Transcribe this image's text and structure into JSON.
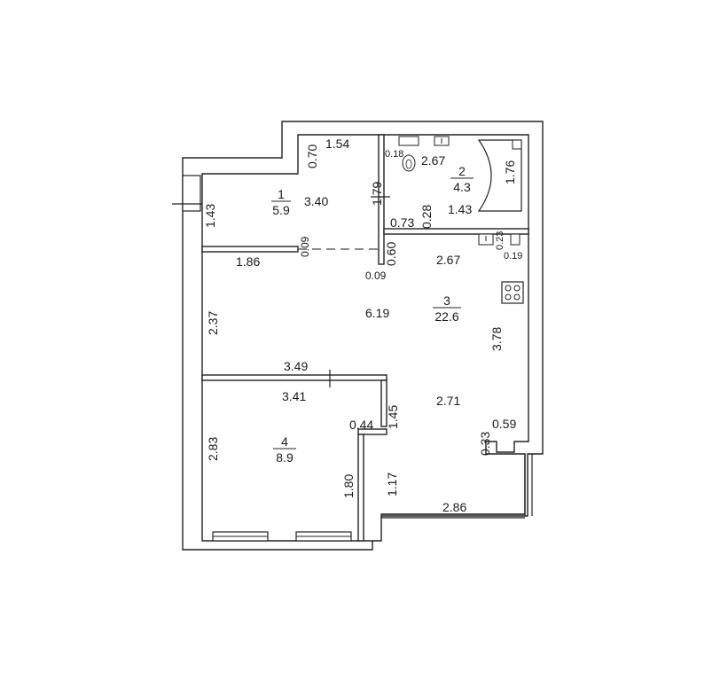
{
  "rooms": [
    {
      "number": "1",
      "area": "5.9"
    },
    {
      "number": "2",
      "area": "4.3"
    },
    {
      "number": "3",
      "area": "22.6"
    },
    {
      "number": "4",
      "area": "8.9"
    }
  ],
  "dimensions": {
    "d_070": "0.70",
    "d_154": "1.54",
    "d_018": "0.18",
    "d_267a": "2.67",
    "d_176": "1.76",
    "d_143a": "1.43",
    "d_340": "3.40",
    "d_179": "1.79",
    "d_073": "0.73",
    "d_028": "0.28",
    "d_143b": "1.43",
    "d_009a": "0.09",
    "d_060": "0.60",
    "d_267b": "2.67",
    "d_023": "0.23",
    "d_019": "0.19",
    "d_186": "1.86",
    "d_009b": "0.09",
    "d_237": "2.37",
    "d_619": "6.19",
    "d_378": "3.78",
    "d_349": "3.49",
    "d_341": "3.41",
    "d_145": "1.45",
    "d_271": "2.71",
    "d_044": "0.44",
    "d_283": "2.83",
    "d_033": "0.33",
    "d_059": "0.59",
    "d_180": "1.80",
    "d_117": "1.17",
    "d_286": "2.86"
  }
}
